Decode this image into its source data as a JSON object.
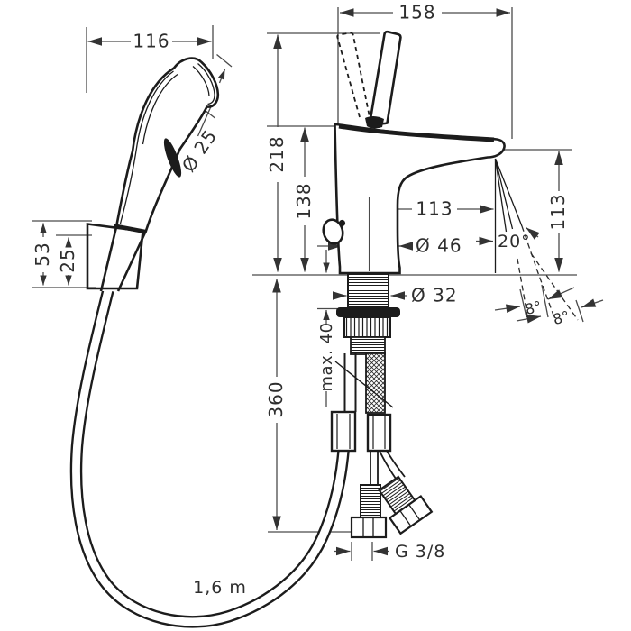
{
  "texts": {
    "handshower_width": "116",
    "spray_head_diameter": "Ø 25",
    "holder_height": "53",
    "holder_inner": "25",
    "faucet_width": "158",
    "total_height": "218",
    "spout_height": "138",
    "spout_reach": "113",
    "outlet_height": "113",
    "stream_angle": "20°",
    "body_diameter": "Ø 46",
    "shank_diameter": "Ø 32",
    "spray_angle_left": "8°",
    "spray_angle_right": "8°",
    "max_deck_thickness": "max. 40",
    "below_deck_length": "360",
    "supply_thread": "G 3/8",
    "hose_length": "1,6 m"
  },
  "colors": {
    "ink": "#1c1c1c",
    "dimension_line": "#4a4a4a",
    "text": "#2e2e2e",
    "background": "#ffffff"
  }
}
